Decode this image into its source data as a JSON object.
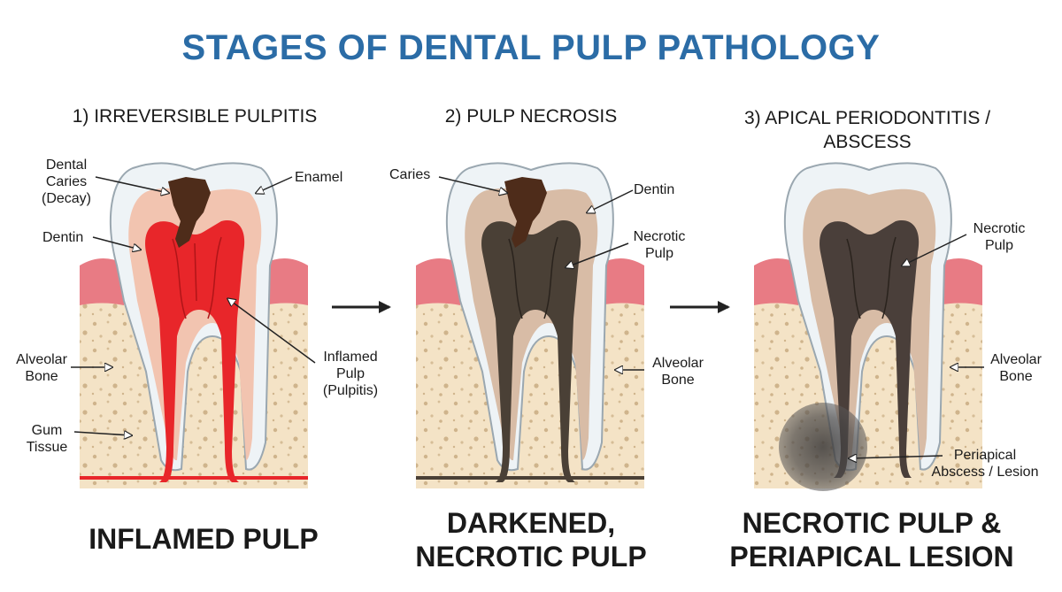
{
  "title": "STAGES OF DENTAL PULP PATHOLOGY",
  "stages": [
    {
      "heading": "1) IRREVERSIBLE PULPITIS",
      "caption": "INFLAMED PULP",
      "labels": {
        "caries": [
          "Dental",
          "Caries",
          "(Decay)"
        ],
        "enamel": "Enamel",
        "dentin": "Dentin",
        "bone": [
          "Alveolar",
          "Bone"
        ],
        "pulp": [
          "Inflamed",
          "Pulp",
          "(Pulpitis)"
        ],
        "gum": [
          "Gum",
          "Tissue"
        ]
      }
    },
    {
      "heading": "2) PULP NECROSIS",
      "caption": [
        "DARKENED,",
        "NECROTIC PULP"
      ],
      "labels": {
        "caries": "Caries",
        "dentin": "Dentin",
        "pulp": [
          "Necrotic",
          "Pulp"
        ],
        "bone": [
          "Alveolar",
          "Bone"
        ]
      }
    },
    {
      "heading": [
        "3) APICAL PERIODONTITIS /",
        "ABSCESS"
      ],
      "caption": [
        "NECROTIC PULP &",
        "PERIAPICAL LESION"
      ],
      "labels": {
        "pulp": [
          "Necrotic",
          "Pulp"
        ],
        "bone": [
          "Alveolar",
          "Bone"
        ],
        "lesion": [
          "Periapical",
          "Abscess / Lesion"
        ]
      }
    }
  ],
  "colors": {
    "title": "#2b6ca6",
    "inflamed_pulp": "#e8262a",
    "necrotic_pulp": "#4a4036",
    "bone": "#f4e3c6",
    "gum": "#e87b84",
    "caries": "#4e2c1a"
  },
  "icons": [
    "arrow-right-icon"
  ]
}
